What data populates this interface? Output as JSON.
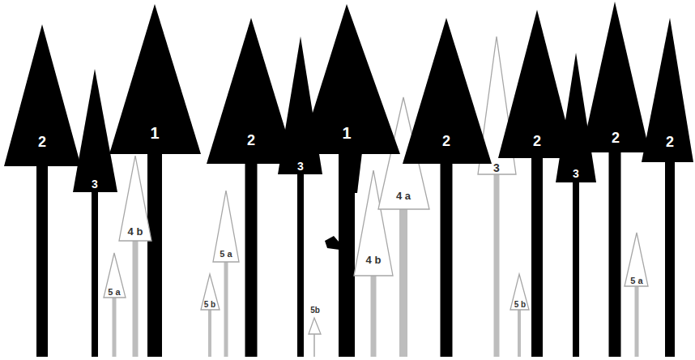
{
  "diagram": {
    "nodes": [
      {
        "text": [
          "2"
        ]
      },
      {
        "text": [
          "3"
        ]
      },
      {
        "text": [
          "5 a"
        ]
      },
      {
        "text": [
          "4 b"
        ]
      },
      {
        "text": [
          "1"
        ]
      },
      {
        "text": [
          "5 b"
        ]
      },
      {
        "text": [
          "5 a"
        ]
      },
      {
        "text": [
          "2"
        ]
      },
      {
        "text": [
          "3"
        ]
      },
      {
        "text": [
          "1"
        ]
      },
      {
        "text": [
          "5b"
        ]
      },
      {
        "text": [
          "4 b"
        ]
      },
      {
        "text": [
          "4 a"
        ]
      },
      {
        "text": [
          "2"
        ]
      },
      {
        "text": [
          "3"
        ]
      },
      {
        "text": [
          "5 b"
        ]
      },
      {
        "text": [
          "2"
        ]
      },
      {
        "text": [
          "3"
        ]
      },
      {
        "text": [
          "2"
        ]
      },
      {
        "text": [
          "5 a"
        ]
      },
      {
        "text": [
          "2"
        ]
      }
    ]
  }
}
